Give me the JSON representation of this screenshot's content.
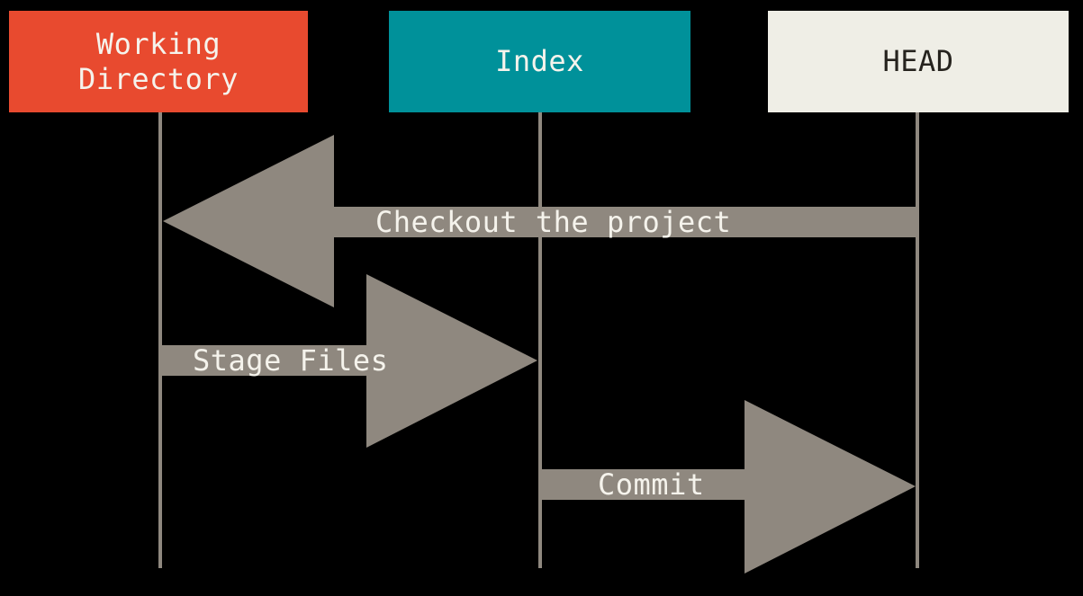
{
  "diagram": {
    "background_color": "#000000",
    "connector_color": "#8f887f",
    "columns": [
      {
        "id": "working-directory",
        "label": "Working Directory",
        "fill_color": "#e84a2f",
        "text_color": "#f5f3ec"
      },
      {
        "id": "index",
        "label": "Index",
        "fill_color": "#00919a",
        "text_color": "#f5f3ec"
      },
      {
        "id": "head",
        "label": "HEAD",
        "fill_color": "#efeee6",
        "text_color": "#26231e"
      }
    ],
    "arrows": [
      {
        "label": "Checkout the project",
        "from": "HEAD",
        "to": "Working Directory",
        "direction": "left"
      },
      {
        "label": "Stage Files",
        "from": "Working Directory",
        "to": "Index",
        "direction": "right"
      },
      {
        "label": "Commit",
        "from": "Index",
        "to": "HEAD",
        "direction": "right"
      }
    ]
  }
}
